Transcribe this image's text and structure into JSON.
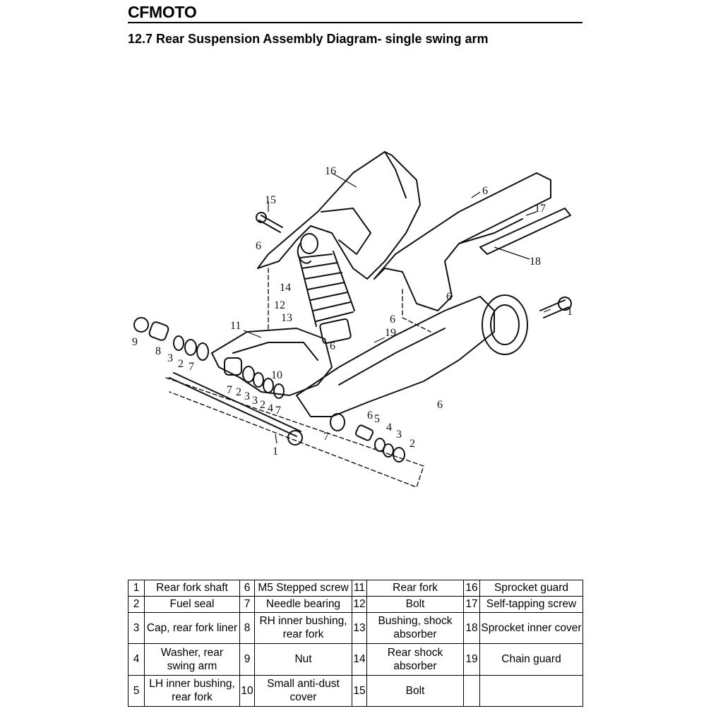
{
  "header": {
    "brand": "CFMOTO",
    "section_title": "12.7 Rear Suspension Assembly Diagram- single swing arm"
  },
  "diagram": {
    "callouts": [
      {
        "num": "16"
      },
      {
        "num": "15"
      },
      {
        "num": "6"
      },
      {
        "num": "6"
      },
      {
        "num": "17"
      },
      {
        "num": "18"
      },
      {
        "num": "14"
      },
      {
        "num": "12"
      },
      {
        "num": "13"
      },
      {
        "num": "6"
      },
      {
        "num": "6"
      },
      {
        "num": "1"
      },
      {
        "num": "11"
      },
      {
        "num": "19"
      },
      {
        "num": "6"
      },
      {
        "num": "9"
      },
      {
        "num": "8"
      },
      {
        "num": "3"
      },
      {
        "num": "2"
      },
      {
        "num": "7"
      },
      {
        "num": "10"
      },
      {
        "num": "7"
      },
      {
        "num": "2"
      },
      {
        "num": "3"
      },
      {
        "num": "3"
      },
      {
        "num": "2"
      },
      {
        "num": "4"
      },
      {
        "num": "7"
      },
      {
        "num": "6"
      },
      {
        "num": "6"
      },
      {
        "num": "5"
      },
      {
        "num": "4"
      },
      {
        "num": "3"
      },
      {
        "num": "2"
      },
      {
        "num": "7"
      },
      {
        "num": "1"
      }
    ]
  },
  "legend": {
    "rows": [
      [
        {
          "n": "1",
          "label": "Rear fork shaft"
        },
        {
          "n": "6",
          "label": "M5 Stepped screw"
        },
        {
          "n": "11",
          "label": "Rear fork"
        },
        {
          "n": "16",
          "label": "Sprocket guard"
        }
      ],
      [
        {
          "n": "2",
          "label": "Fuel seal"
        },
        {
          "n": "7",
          "label": "Needle bearing"
        },
        {
          "n": "12",
          "label": "Bolt"
        },
        {
          "n": "17",
          "label": "Self-tapping screw"
        }
      ],
      [
        {
          "n": "3",
          "label": "Cap, rear fork liner"
        },
        {
          "n": "8",
          "label": "RH inner bushing, rear fork"
        },
        {
          "n": "13",
          "label": "Bushing, shock absorber"
        },
        {
          "n": "18",
          "label": "Sprocket inner cover"
        }
      ],
      [
        {
          "n": "4",
          "label": "Washer, rear swing arm"
        },
        {
          "n": "9",
          "label": "Nut"
        },
        {
          "n": "14",
          "label": "Rear shock absorber"
        },
        {
          "n": "19",
          "label": "Chain guard"
        }
      ],
      [
        {
          "n": "5",
          "label": "LH inner bushing, rear fork"
        },
        {
          "n": "10",
          "label": "Small anti-dust cover"
        },
        {
          "n": "15",
          "label": "Bolt"
        },
        {
          "n": "",
          "label": ""
        }
      ]
    ]
  }
}
